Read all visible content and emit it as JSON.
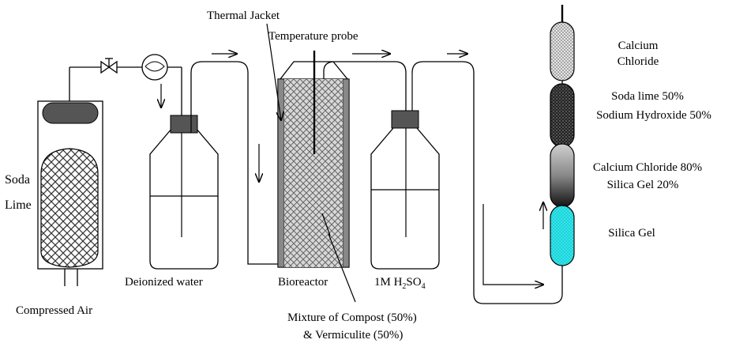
{
  "labels": {
    "soda_lime": [
      "Soda",
      "Lime"
    ],
    "compressed_air": "Compressed Air",
    "deionized_water": "Deionized water",
    "thermal_jacket": "Thermal Jacket",
    "temperature_probe": "Temperature probe",
    "bioreactor": "Bioreactor",
    "acid_trap_prefix": "1M H",
    "acid_trap_sub1": "2",
    "acid_trap_mid": "SO",
    "acid_trap_sub2": "4",
    "mixture": [
      "Mixture of Compost (50%)",
      "& Vermiculite (50%)"
    ],
    "calcium_chloride": [
      "Calcium",
      "Chloride"
    ],
    "soda_lime_naoh": [
      "Soda lime 50%",
      "Sodium Hydroxide 50%"
    ],
    "cacl_silica": [
      "Calcium Chloride 80%",
      "Silica Gel 20%"
    ],
    "silica_gel": "Silica Gel"
  },
  "colors": {
    "line": "#000000",
    "cap_gray": "#555555",
    "jacket": "#888888",
    "silica_cyan": "#2fe8ee"
  }
}
